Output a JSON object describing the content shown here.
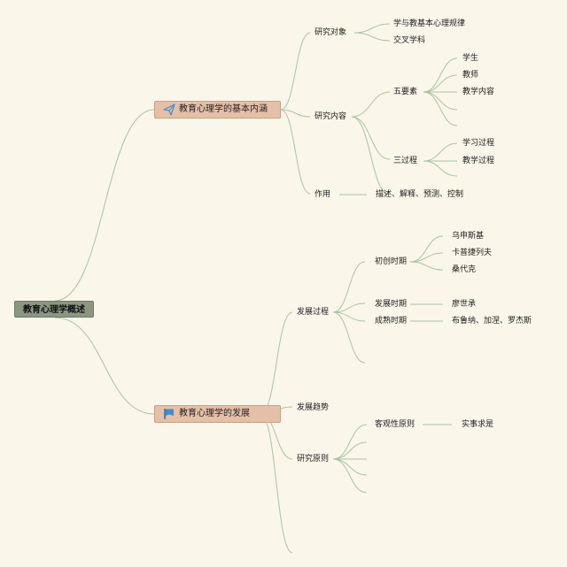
{
  "root": {
    "label": "教育心理学概述"
  },
  "branch1": {
    "label": "教育心理学的基本内涵",
    "icon": "paper-plane-icon",
    "object": {
      "label": "研究对象",
      "items": [
        "学与教基本心理规律",
        "交叉学科"
      ]
    },
    "content": {
      "label": "研究内容",
      "five": {
        "label": "五要素",
        "items": [
          "学生",
          "教师",
          "教学内容",
          "",
          ""
        ]
      },
      "three": {
        "label": "三过程",
        "items": [
          "学习过程",
          "教学过程",
          ""
        ]
      },
      "extra": ""
    },
    "role": {
      "label": "作用",
      "value": "描述、解释、预测、控制"
    }
  },
  "branch2": {
    "label": "教育心理学的发展",
    "icon": "flag-icon",
    "process": {
      "label": "发展过程",
      "founding": {
        "label": "初创时期",
        "items": [
          "乌申斯基",
          "卡普捷列夫",
          "桑代克"
        ]
      },
      "development": {
        "label": "发展时期",
        "value": "廖世承"
      },
      "mature": {
        "label": "成熟时期",
        "value": "布鲁纳、加涅、罗杰斯"
      },
      "extra": ""
    },
    "trend": {
      "label": "发展趋势"
    },
    "principles": {
      "label": "研究原则",
      "objective": {
        "label": "客观性原则",
        "value": "实事求是"
      },
      "items": [
        "",
        "",
        ""
      ]
    },
    "extra": ""
  },
  "colors": {
    "background": "#fbf6ea",
    "connector": "#a9c3a2",
    "root": "#8c9782",
    "main": "#e6bfa8",
    "icon_blue": "#3f8fd0"
  }
}
